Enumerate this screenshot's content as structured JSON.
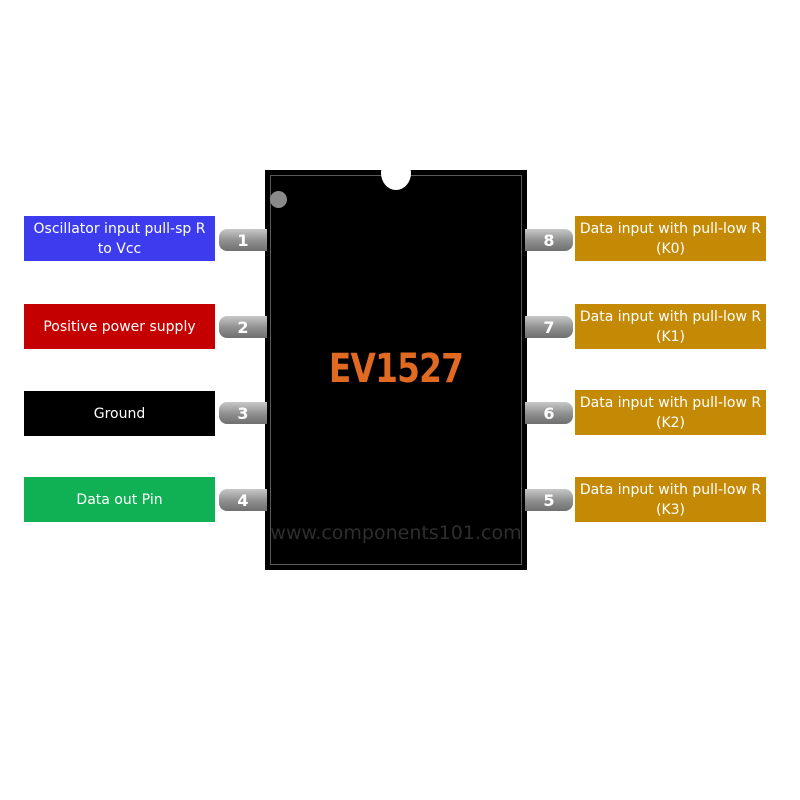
{
  "chip": {
    "name": "EV1527",
    "watermark": "www.components101.com",
    "name_color": "#e06a22"
  },
  "pins": {
    "left": [
      {
        "number": "1",
        "label": "Oscillator input pull-sp R to Vcc",
        "color": "#3c3cee"
      },
      {
        "number": "2",
        "label": "Positive power supply",
        "color": "#c40000"
      },
      {
        "number": "3",
        "label": "Ground",
        "color": "#000000"
      },
      {
        "number": "4",
        "label": "Data out Pin",
        "color": "#10b055"
      }
    ],
    "right": [
      {
        "number": "8",
        "label": "Data input with pull-low R (K0)",
        "color": "#c48a05"
      },
      {
        "number": "7",
        "label": "Data input with pull-low R (K1)",
        "color": "#c48a05"
      },
      {
        "number": "6",
        "label": "Data input with pull-low R (K2)",
        "color": "#c48a05"
      },
      {
        "number": "5",
        "label": "Data input with pull-low R (K3)",
        "color": "#c48a05"
      }
    ]
  }
}
